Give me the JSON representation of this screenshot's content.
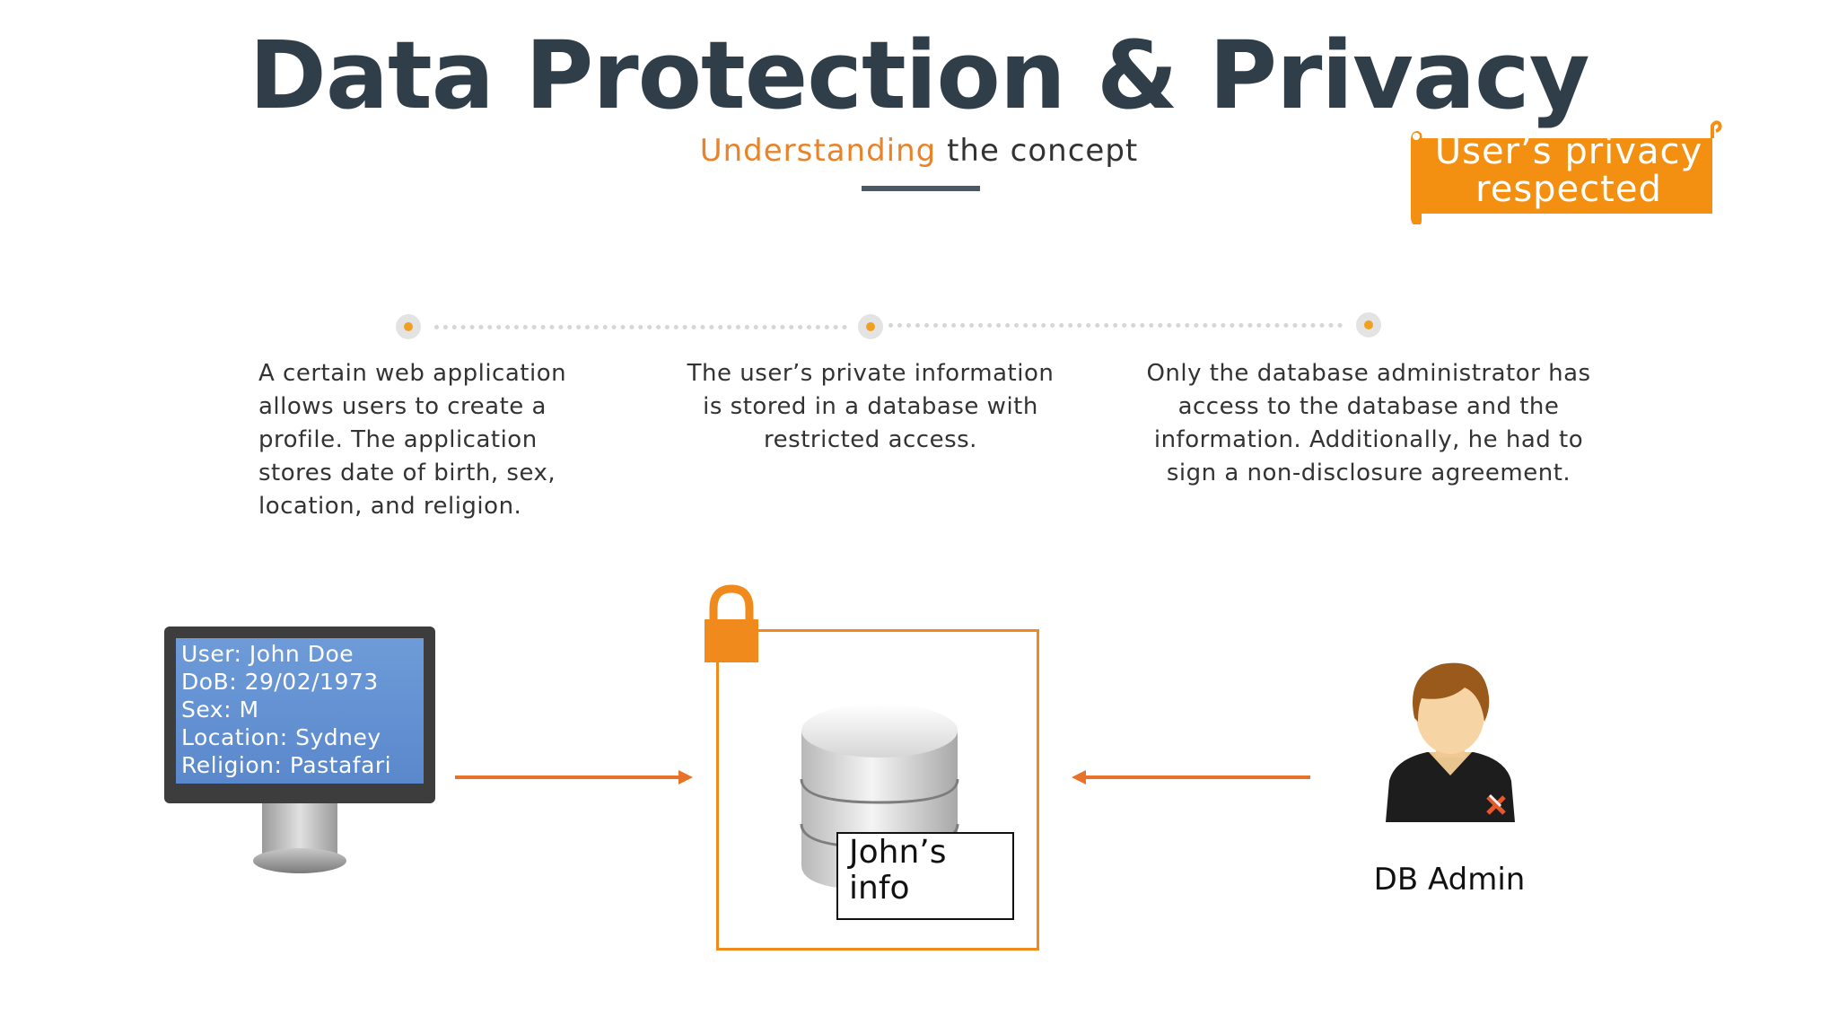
{
  "header": {
    "title": "Data Protection & Privacy",
    "subtitle_accent": "Understanding",
    "subtitle_rest": " the concept"
  },
  "banner": {
    "line1": "User’s privacy",
    "line2": "respected",
    "color": "#f39012"
  },
  "steps": [
    {
      "text": "A certain web application allows users to create a profile. The application stores date of birth, sex, location, and religion."
    },
    {
      "text": "The user’s private information is stored in a database with restricted access."
    },
    {
      "text": "Only the database administrator has access to the database and the information. Additionally, he had to sign a non-disclosure agreement."
    }
  ],
  "monitor": {
    "lines": [
      "User: John Doe",
      "DoB: 29/02/1973",
      "Sex: M",
      "Location: Sydney",
      "Religion: Pastafari"
    ]
  },
  "database": {
    "record_label_line1": "John’s",
    "record_label_line2": "info"
  },
  "admin": {
    "label": "DB Admin"
  },
  "colors": {
    "accent": "#e8832a",
    "title": "#2f3e48",
    "arrow": "#e8722a",
    "lock": "#f08a1c"
  },
  "icons": [
    "lock-icon",
    "database-icon",
    "admin-avatar-icon",
    "monitor-icon"
  ]
}
